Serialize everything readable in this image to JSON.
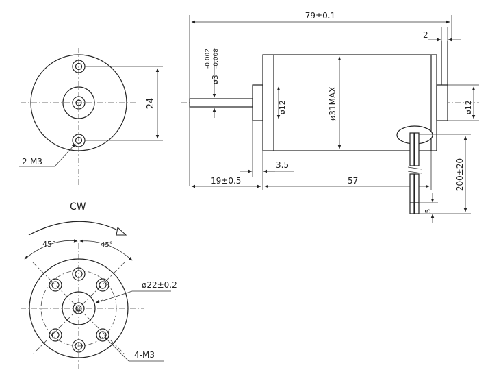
{
  "labels": {
    "overall_length": "79±0.1",
    "flange_thickness": "2",
    "shaft_diameter": "ø3",
    "shaft_tol_upper": "-0.002",
    "shaft_tol_lower": "-0.008",
    "boss_diameter_front": "ø12",
    "body_diameter": "ø31MAX",
    "boss_diameter_rear": "ø12",
    "hole_spacing": "24",
    "rear_holes": "2-M3",
    "boss_length": "3.5",
    "shaft_length": "19±0.5",
    "body_length": "57",
    "lead_length": "200±20",
    "strip_length": "5",
    "rotation": "CW",
    "angle_left": "45°",
    "angle_right": "45°",
    "pcd": "ø22±0.2",
    "front_holes": "4-M3"
  },
  "colors": {
    "line": "#222222",
    "background": "#ffffff"
  }
}
